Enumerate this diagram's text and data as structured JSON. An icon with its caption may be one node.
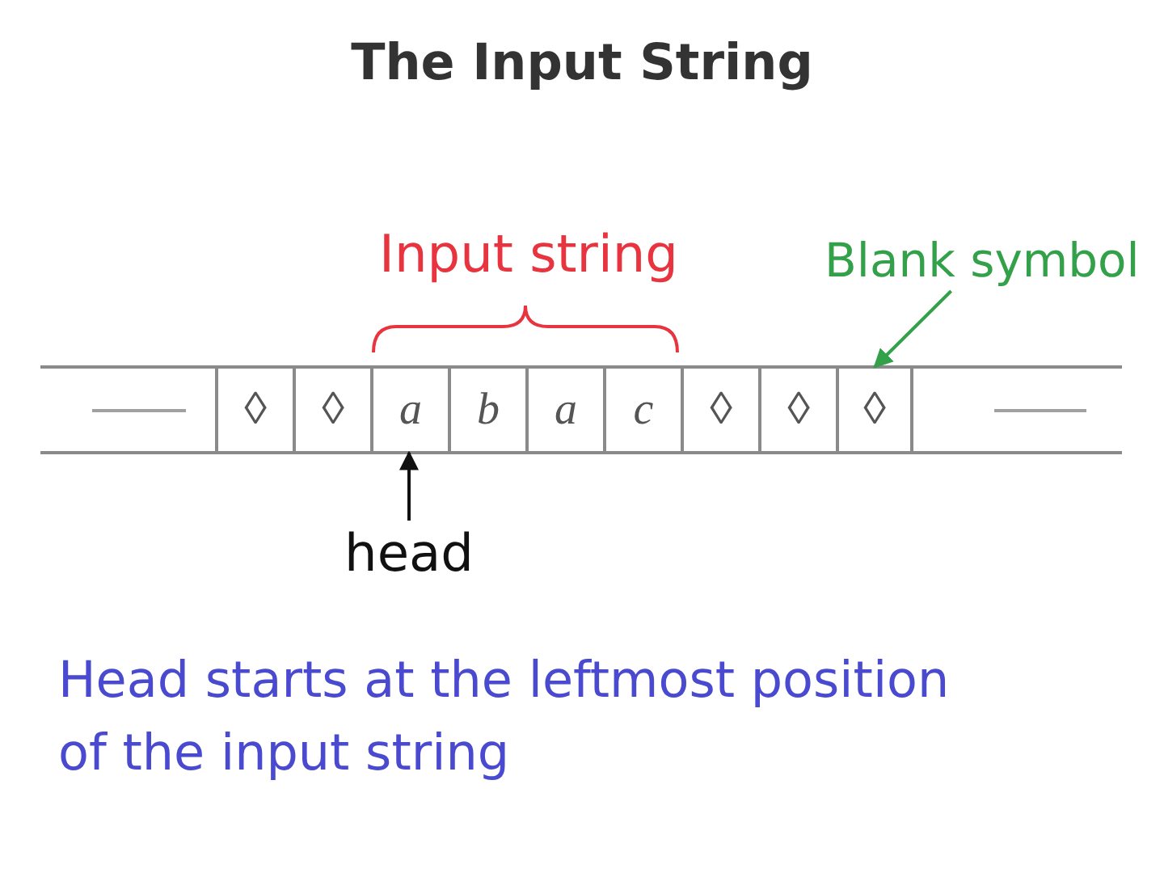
{
  "diagram": {
    "title": "The Input String",
    "nodes": [
      {
        "text": [
          "Blank symbol"
        ]
      },
      {
        "text": [
          "◊"
        ]
      },
      {
        "text": [
          "◊"
        ]
      },
      {
        "text": [
          "a"
        ]
      },
      {
        "text": [
          "b"
        ]
      },
      {
        "text": [
          "a"
        ]
      },
      {
        "text": [
          "c"
        ]
      },
      {
        "text": [
          "◊"
        ]
      },
      {
        "text": [
          "◊"
        ]
      },
      {
        "text": [
          "◊"
        ]
      },
      {
        "text": [
          "head"
        ]
      }
    ],
    "edges": [
      {
        "from": 0,
        "to": 9,
        "arrow": "to",
        "color": "#33a04a"
      },
      {
        "from": 10,
        "to": 3,
        "arrow": "to",
        "color": "#111111"
      }
    ],
    "labels": [
      "Input string",
      "Head starts at the leftmost position of the input string"
    ]
  }
}
